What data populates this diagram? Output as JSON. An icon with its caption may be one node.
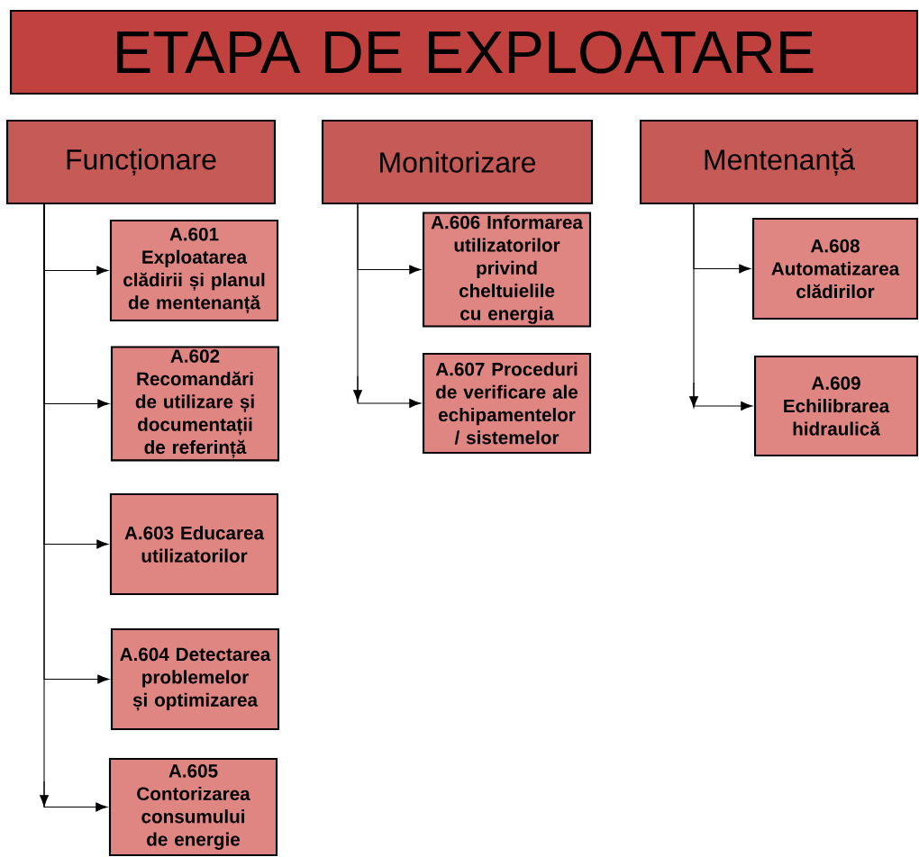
{
  "diagram": {
    "nodes": [
      {
        "text": [
          "ETAPA DE EXPLOATARE"
        ]
      },
      {
        "text": [
          "Funcționare"
        ]
      },
      {
        "text": [
          "Monitorizare"
        ]
      },
      {
        "text": [
          "Mentenanță"
        ]
      },
      {
        "text": [
          "A.601 Exploatarea clădirii și planul de mentenanță"
        ]
      },
      {
        "text": [
          "A.602 Recomandări de utilizare și documentații de referință"
        ]
      },
      {
        "text": [
          "A.603 Educarea utilizatorilor"
        ]
      },
      {
        "text": [
          "A.604 Detectarea problemelor și optimizarea"
        ]
      },
      {
        "text": [
          "A.605 Contorizarea consumului de energie"
        ]
      },
      {
        "text": [
          "A.606 Informarea utilizatorilor privind cheltuielile cu energia"
        ]
      },
      {
        "text": [
          "A.607 Proceduri de verificare ale echipamentelor / sistemelor"
        ]
      },
      {
        "text": [
          "A.608 Automatizarea clădirilor"
        ]
      },
      {
        "text": [
          "A.609 Echilibrarea hidraulică"
        ]
      }
    ],
    "edges": [
      {
        "from": 1,
        "to": 4,
        "arrow": "to"
      },
      {
        "from": 1,
        "to": 5,
        "arrow": "to"
      },
      {
        "from": 1,
        "to": 6,
        "arrow": "to"
      },
      {
        "from": 1,
        "to": 7,
        "arrow": "to"
      },
      {
        "from": 1,
        "to": 8,
        "arrow": "to"
      },
      {
        "from": 2,
        "to": 9,
        "arrow": "to"
      },
      {
        "from": 2,
        "to": 10,
        "arrow": "to"
      },
      {
        "from": 3,
        "to": 11,
        "arrow": "to"
      },
      {
        "from": 3,
        "to": 12,
        "arrow": "to"
      }
    ]
  }
}
